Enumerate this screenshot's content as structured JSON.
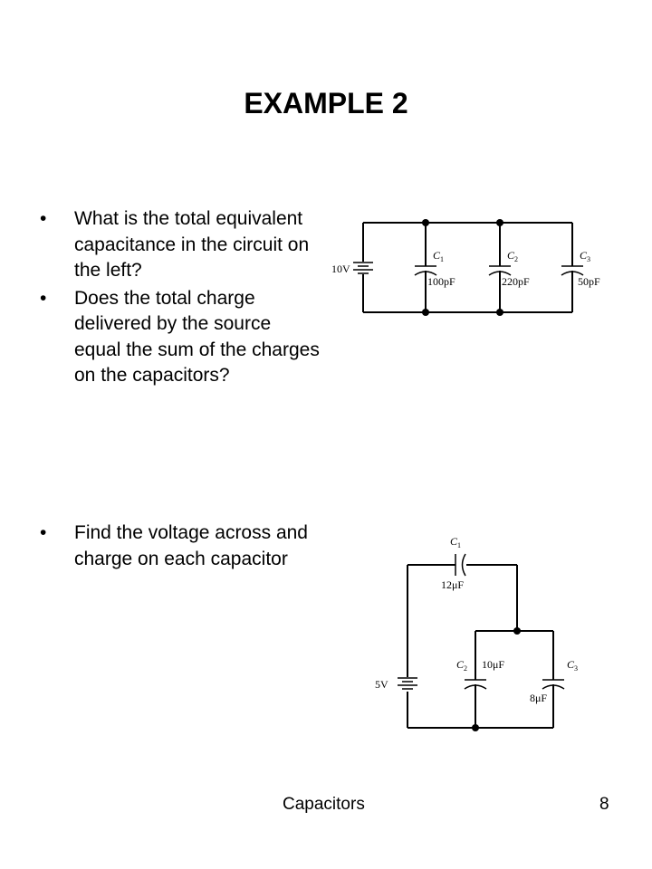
{
  "slide": {
    "title": "EXAMPLE 2",
    "bullets": [
      "What is the total equivalent capacitance in the circuit on the left?",
      "Does the total charge delivered by the source equal the sum of the charges on the capacitors?",
      "Find the voltage across and charge on each capacitor"
    ],
    "bullet_symbol": "•"
  },
  "circuit_top": {
    "source": "10V",
    "capacitors": [
      {
        "name": "C",
        "sub": "1",
        "value": "100pF"
      },
      {
        "name": "C",
        "sub": "2",
        "value": "220pF"
      },
      {
        "name": "C",
        "sub": "3",
        "value": "50pF"
      }
    ]
  },
  "circuit_bottom": {
    "source": "5V",
    "capacitors": [
      {
        "name": "C",
        "sub": "1",
        "value": "12μF"
      },
      {
        "name": "C",
        "sub": "2",
        "value": "10μF"
      },
      {
        "name": "C",
        "sub": "3",
        "value": "8μF"
      }
    ]
  },
  "footer": {
    "left": "Capacitors",
    "right": "8"
  }
}
